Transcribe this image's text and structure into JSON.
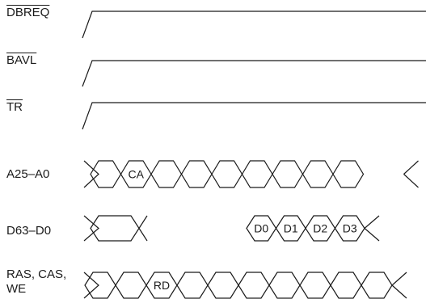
{
  "signals": [
    {
      "id": "dbreq",
      "label": "DBREQ",
      "active_low": true,
      "kind": "level"
    },
    {
      "id": "bavl",
      "label": "BAVL",
      "active_low": true,
      "kind": "level"
    },
    {
      "id": "tr",
      "label": "TR",
      "active_low": true,
      "kind": "level"
    },
    {
      "id": "addr",
      "label": "A25–A0",
      "active_low": false,
      "kind": "bus",
      "cells": [
        "",
        "CA",
        "",
        "",
        "",
        "",
        "",
        "",
        ""
      ]
    },
    {
      "id": "data",
      "label": "D63–D0",
      "active_low": false,
      "kind": "bus",
      "cells": [
        "",
        "D0",
        "D1",
        "D2",
        "D3"
      ]
    },
    {
      "id": "ctrl",
      "label_lines": [
        "RAS, CAS,",
        "WE"
      ],
      "active_low": false,
      "kind": "bus",
      "cells": [
        "",
        "",
        "RD",
        "",
        "",
        "",
        "",
        "",
        "",
        "",
        ""
      ]
    }
  ],
  "colors": {
    "ink": "#1a1a1a",
    "background": "#ffffff"
  }
}
